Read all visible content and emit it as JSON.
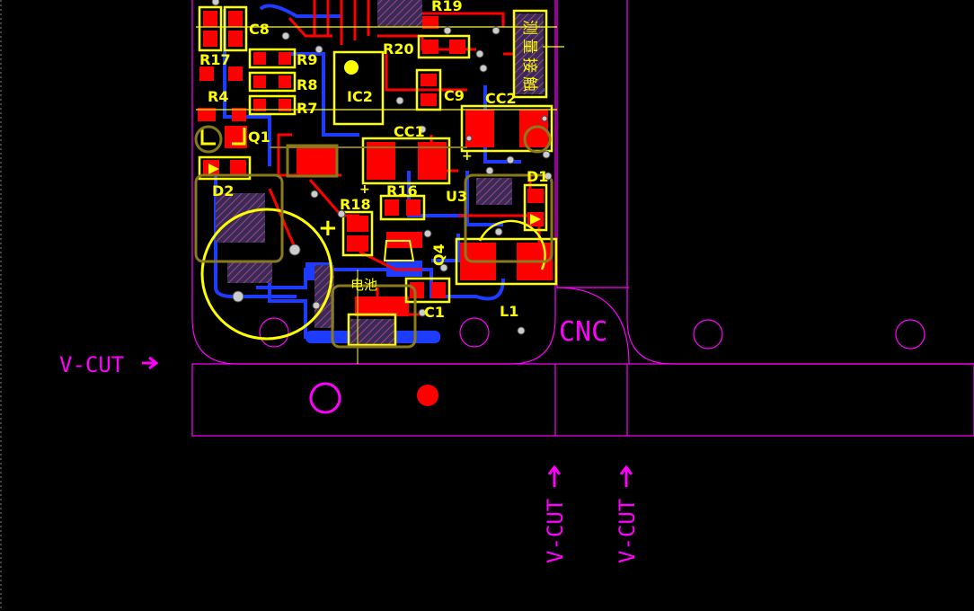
{
  "labels": {
    "r19": "R19",
    "c8": "C8",
    "r20": "R20",
    "r17": "R17",
    "r9": "R9",
    "r8": "R8",
    "r7": "R7",
    "r4": "R4",
    "ic2": "IC2",
    "c9": "C9",
    "cc2": "CC2",
    "q1": "Q1",
    "cc1": "CC1",
    "d2": "D2",
    "d1": "D1",
    "r16": "R16",
    "r18": "R18",
    "u3": "U3",
    "q4": "Q4",
    "battery": "电池",
    "c1": "C1",
    "l1": "L1",
    "test_probe": "测量接触",
    "plus_1": "+",
    "plus_2": "+",
    "plus_3": "+"
  },
  "annotations": {
    "vcut_left": "V-CUT",
    "vcut_bottom_1": "V-CUT",
    "vcut_bottom_2": "V-CUT",
    "cnc": "CNC"
  },
  "colors": {
    "background": "#000000",
    "board_outline": "#ff00ff",
    "silkscreen": "#ffff00",
    "top_copper": "#ff0000",
    "bottom_copper": "#1e3cff"
  }
}
